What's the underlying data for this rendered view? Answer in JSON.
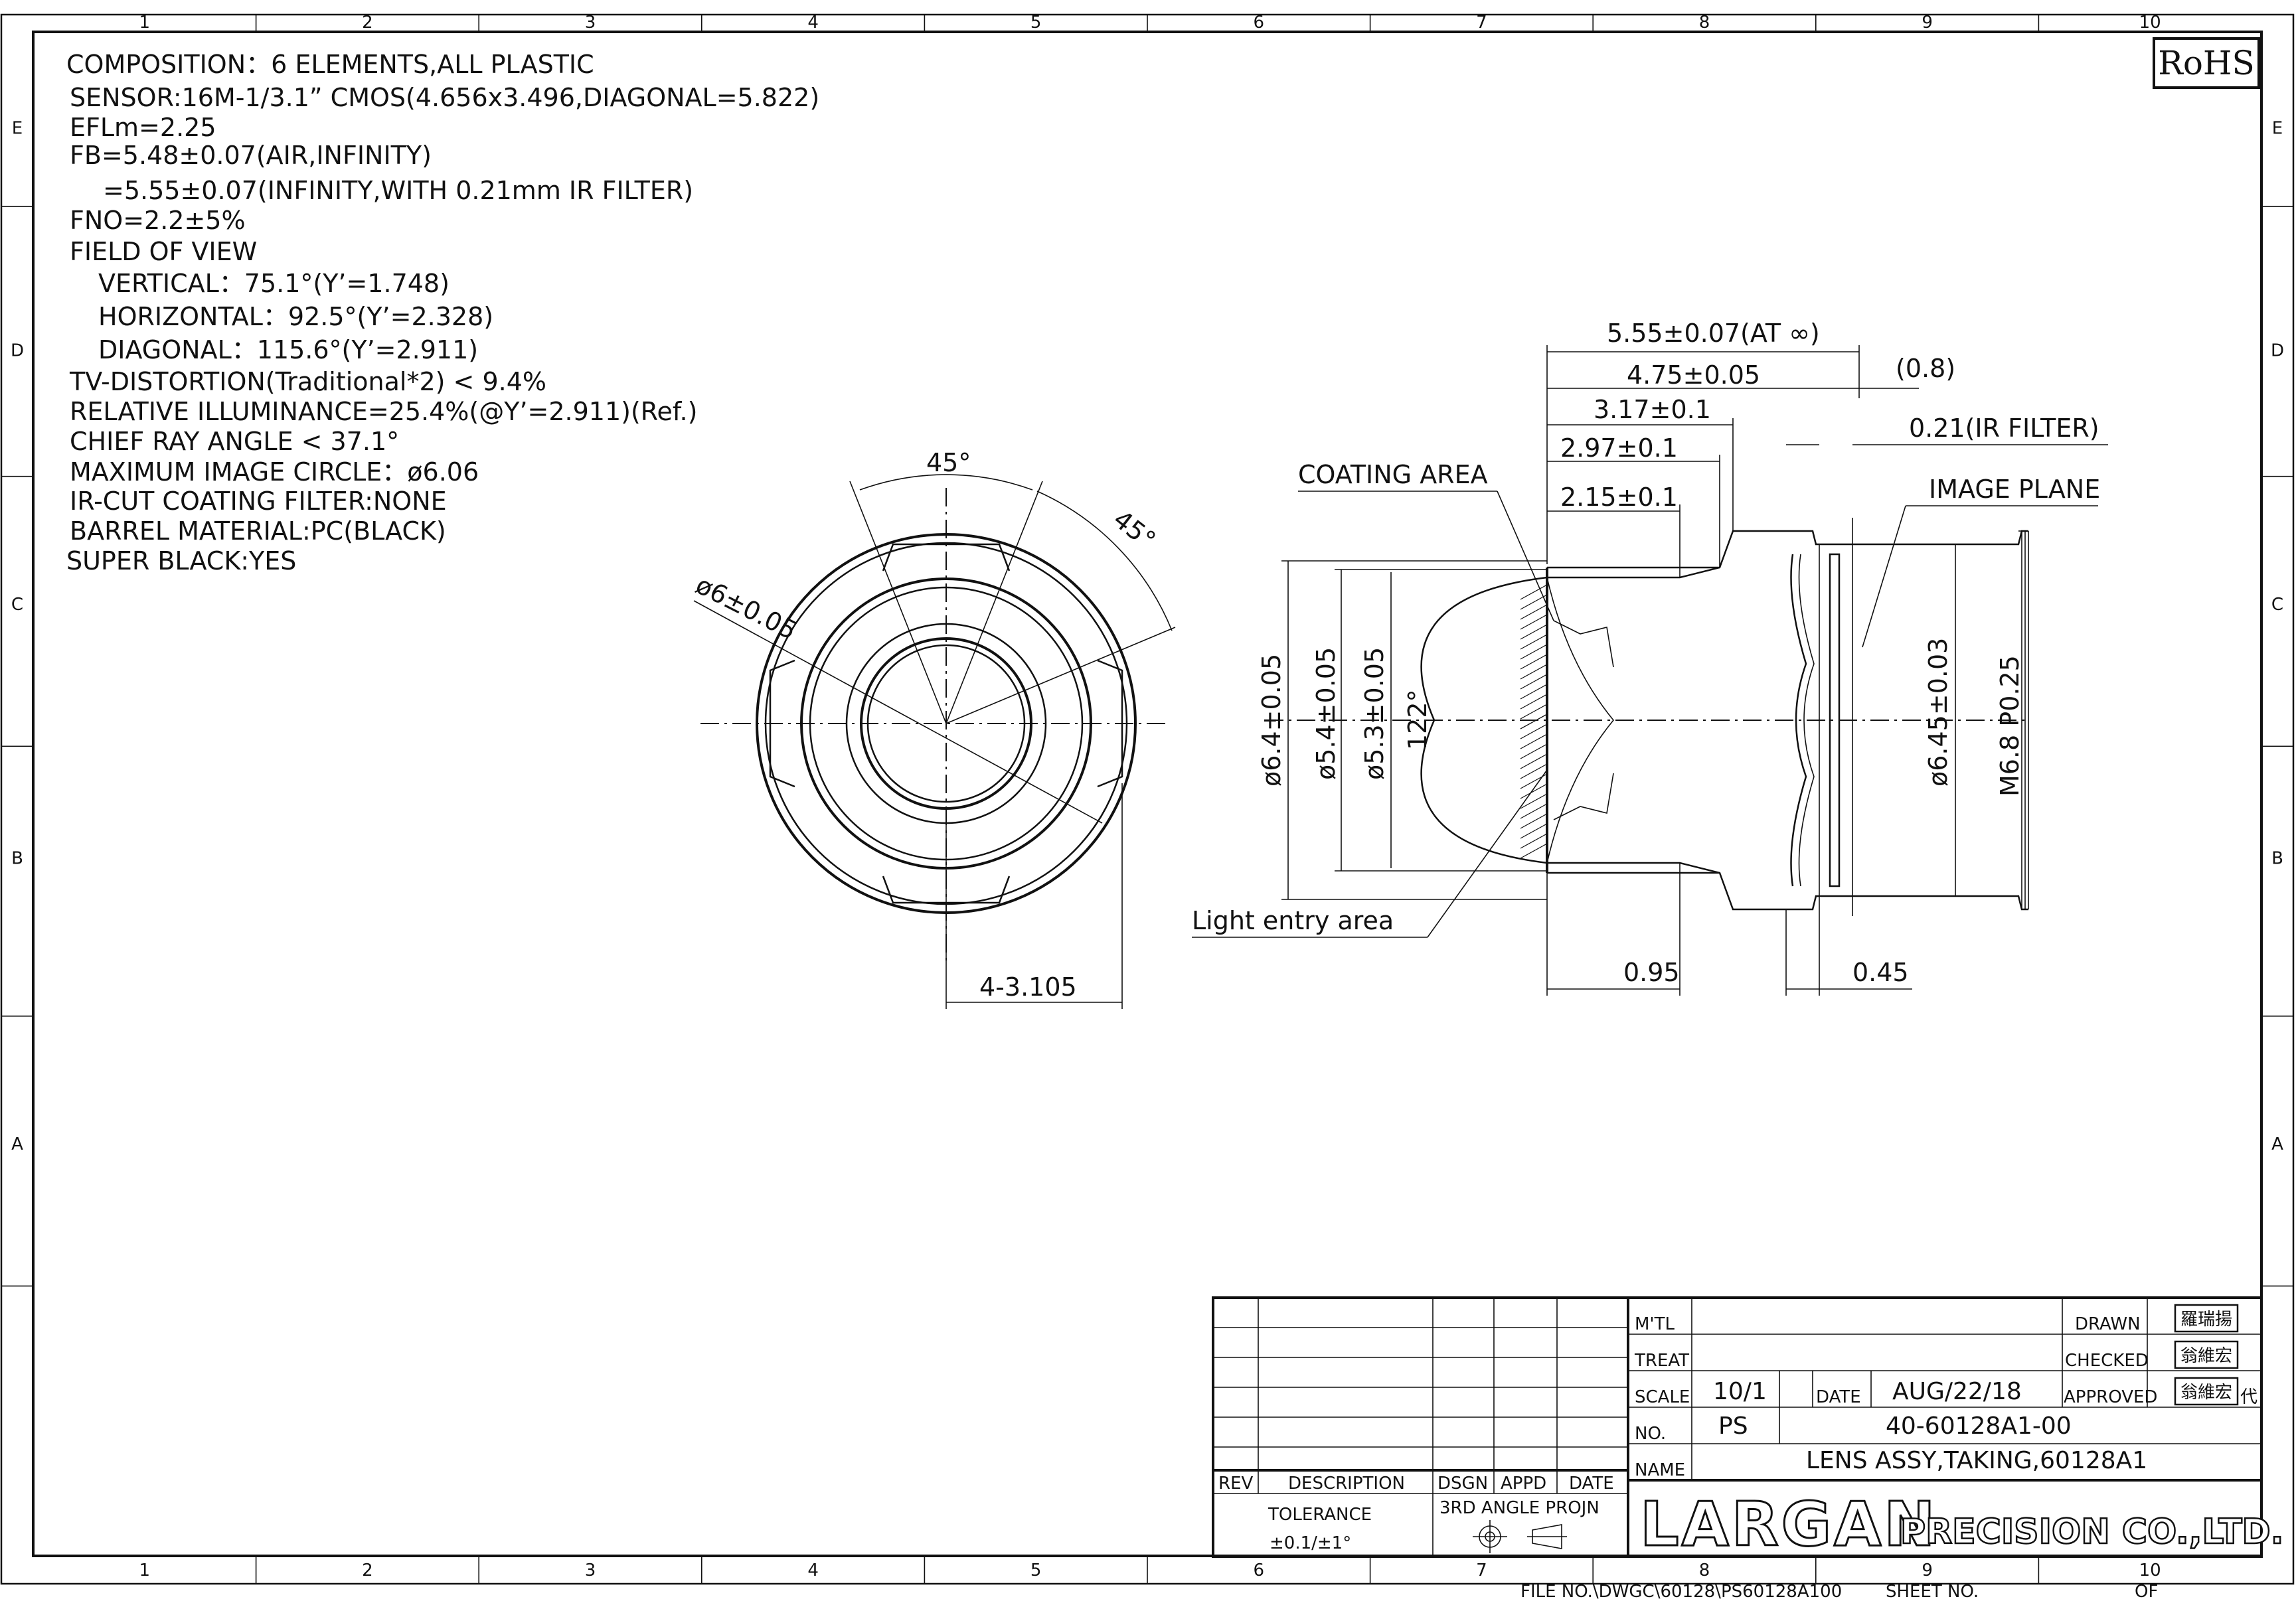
{
  "grid": {
    "columns": [
      "1",
      "2",
      "3",
      "4",
      "5",
      "6",
      "7",
      "8",
      "9",
      "10"
    ],
    "rows": [
      "E",
      "D",
      "C",
      "B",
      "A"
    ]
  },
  "rohs": "RoHS",
  "specs": [
    "COMPOSITION：6 ELEMENTS,ALL PLASTIC",
    "SENSOR:16M-1/3.1” CMOS(4.656x3.496,DIAGONAL=5.822)",
    "EFLm=2.25",
    "FB=5.48±0.07(AIR,INFINITY)",
    "=5.55±0.07(INFINITY,WITH 0.21mm IR FILTER)",
    "FNO=2.2±5%",
    "FIELD OF VIEW",
    "VERTICAL：75.1°(Y’=1.748)",
    "HORIZONTAL：92.5°(Y’=2.328)",
    "DIAGONAL：115.6°(Y’=2.911)",
    "TV-DISTORTION(Traditional*2) < 9.4%",
    "RELATIVE ILLUMINANCE=25.4%(@Y’=2.911)(Ref.)",
    "CHIEF RAY ANGLE < 37.1°",
    "MAXIMUM IMAGE CIRCLE：ø6.06",
    "IR-CUT COATING FILTER:NONE",
    "BARREL MATERIAL:PC(BLACK)",
    "SUPER BLACK:YES"
  ],
  "front_view": {
    "angle_top": "45°",
    "angle_side": "45°",
    "diameter": "ø6±0.05",
    "width": "4-3.105"
  },
  "side_view": {
    "d_555": "5.55±0.07(AT ∞)",
    "d_475": "4.75±0.05",
    "d_08": "(0.8)",
    "d_317": "3.17±0.1",
    "d_021": "0.21(IR FILTER)",
    "d_297": "2.97±0.1",
    "d_215": "2.15±0.1",
    "coating_area": "COATING AREA",
    "image_plane": "IMAGE PLANE",
    "light_entry": "Light entry area",
    "d_095": "0.95",
    "d_045": "0.45",
    "dia_64": "ø6.4±0.05",
    "dia_54": "ø5.4±0.05",
    "dia_53": "ø5.3±0.05",
    "angle_122": "122°",
    "dia_645": "ø6.45±0.03",
    "thread": "M6.8 P0.25"
  },
  "title_block": {
    "rev": "REV",
    "description": "DESCRIPTION",
    "dsgn": "DSGN",
    "appd": "APPD",
    "date_col": "DATE",
    "tolerance": "TOLERANCE",
    "tolerance_value": "±0.1/±1°",
    "projection": "3RD ANGLE PROJN",
    "mtl": "M'TL",
    "treat": "TREAT",
    "scale": "SCALE",
    "scale_value": "10/1",
    "date_label": "DATE",
    "date_value": "AUG/22/18",
    "no": "NO.",
    "no_prefix": "PS",
    "part_no": "40-60128A1-00",
    "name": "NAME",
    "name_value": "LENS ASSY,TAKING,60128A1",
    "drawn": "DRAWN",
    "checked": "CHECKED",
    "approved": "APPROVED",
    "drawn_by": "羅瑞揚",
    "checked_by": "翁維宏",
    "approved_by": "翁維宏",
    "approved_suffix": "代",
    "company_logo": "LARGAN",
    "company_rest": "PRECISION CO.,LTD."
  },
  "footer": {
    "file_no": "FILE NO.\\DWGC\\60128\\PS60128A100",
    "sheet_no": "SHEET NO.",
    "of": "OF"
  }
}
